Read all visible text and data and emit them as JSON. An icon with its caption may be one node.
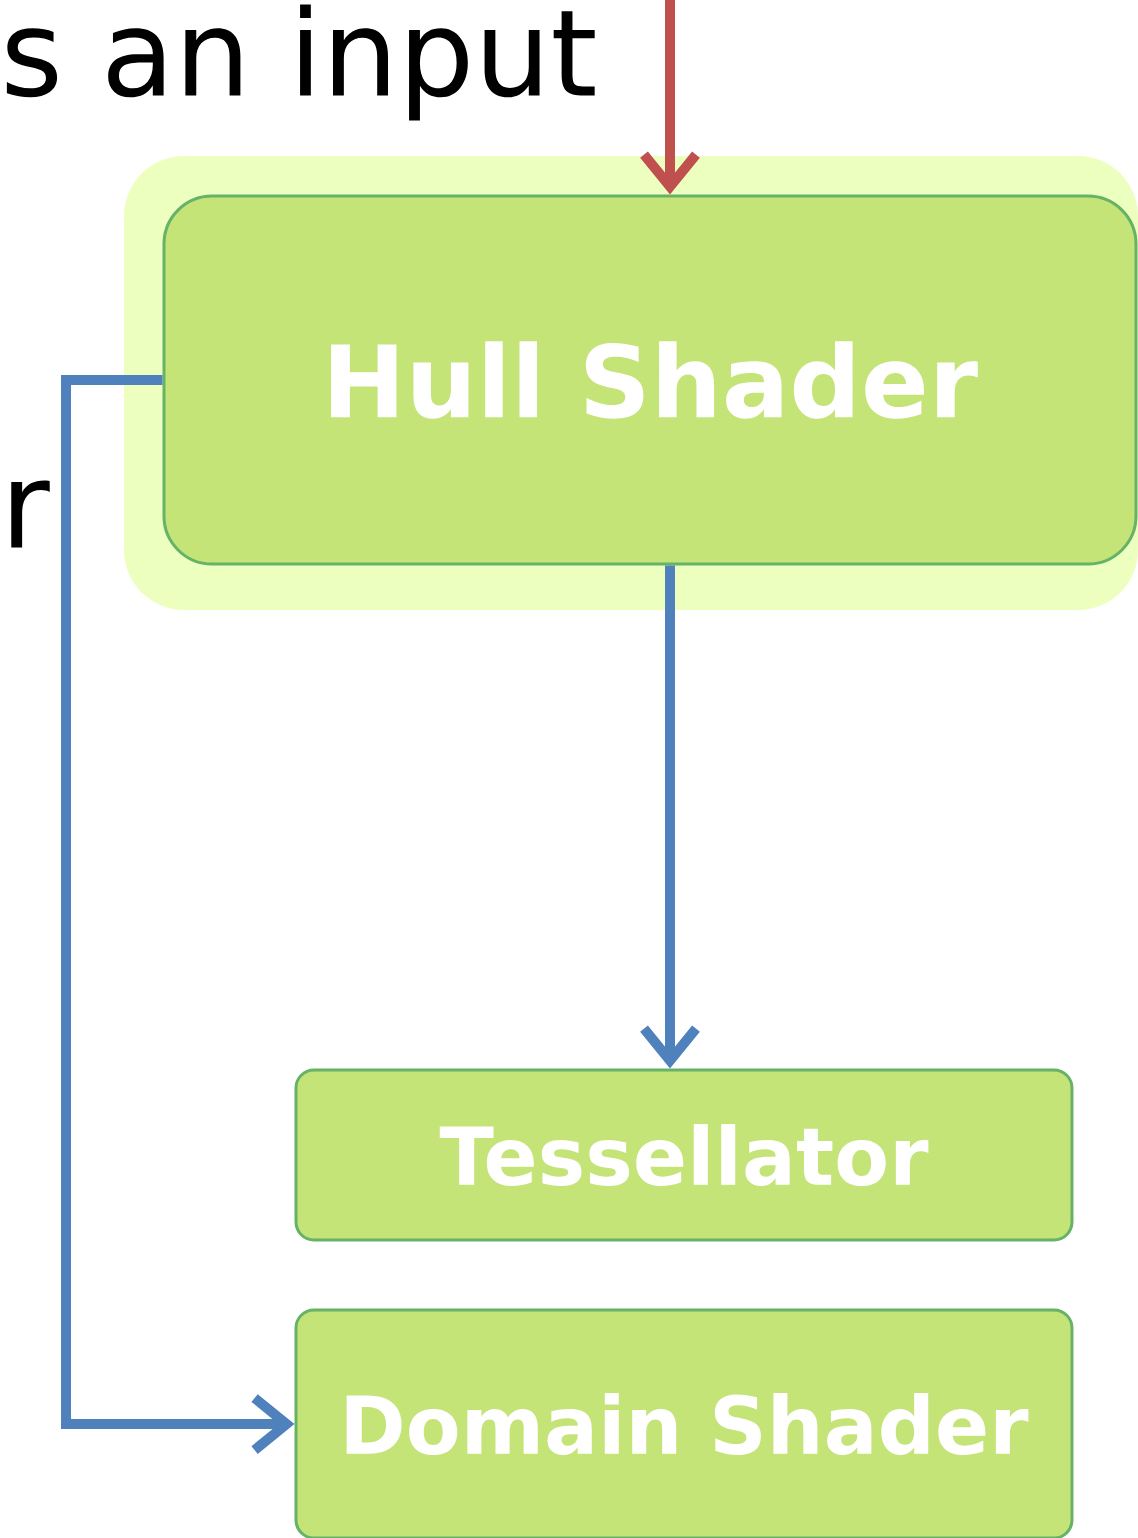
{
  "diagram": {
    "nodes": [
      {
        "text": [
          "Hull Shader"
        ]
      },
      {
        "text": [
          "Tessellator"
        ]
      },
      {
        "text": [
          "Domain Shader"
        ]
      }
    ],
    "edges": [
      {
        "from": null,
        "to": 0,
        "arrow": "to",
        "color": "#c0504d"
      },
      {
        "from": 0,
        "to": 1,
        "arrow": "to"
      },
      {
        "from": 0,
        "to": 2,
        "arrow": "to"
      }
    ],
    "labels": [
      "s an input",
      "r"
    ]
  }
}
